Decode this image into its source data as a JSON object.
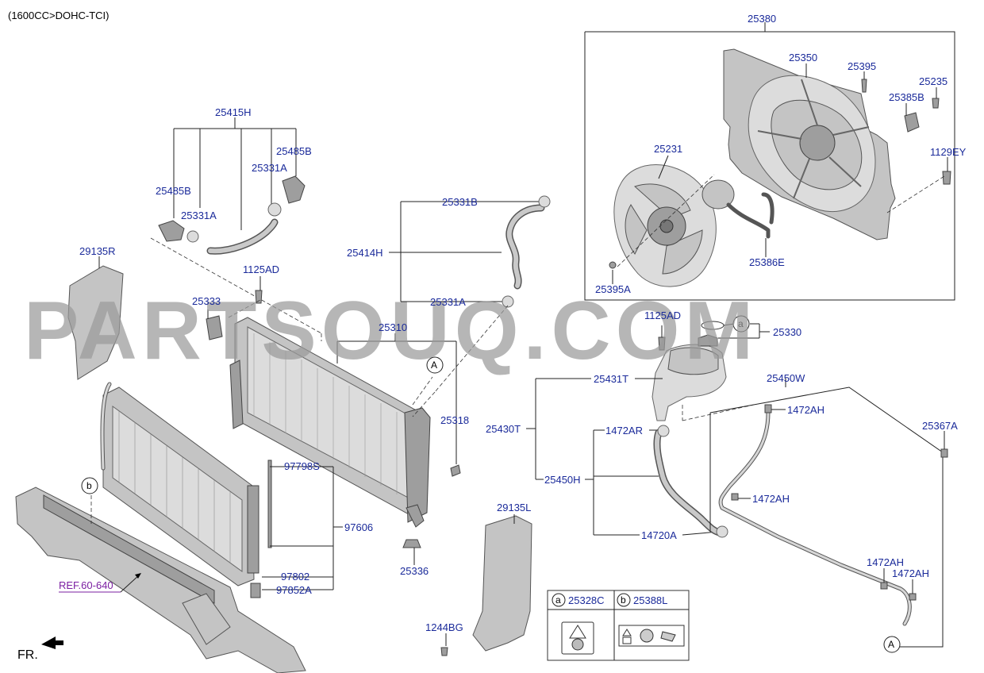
{
  "header": {
    "engine_spec": "(1600CC>DOHC-TCI)"
  },
  "watermark": "PARTSOUQ.COM",
  "parts": {
    "p25380": "25380",
    "p25350": "25350",
    "p25395": "25395",
    "p25235": "25235",
    "p25385B": "25385B",
    "p1129EY": "1129EY",
    "p25231": "25231",
    "p25386E": "25386E",
    "p25395A": "25395A",
    "p25415H": "25415H",
    "p25485B_top": "25485B",
    "p25331A_top": "25331A",
    "p25485B_left": "25485B",
    "p25331A_left": "25331A",
    "p25331B": "25331B",
    "p25414H": "25414H",
    "p25331A_mid": "25331A",
    "p29135R": "29135R",
    "p1125AD_left": "1125AD",
    "p25333": "25333",
    "p25310": "25310",
    "p25318": "25318",
    "p97798S": "97798S",
    "p97606": "97606",
    "p97802": "97802",
    "p97852A": "97852A",
    "p25336": "25336",
    "p29135L": "29135L",
    "p1244BG": "1244BG",
    "p1125AD_right": "1125AD",
    "p25330": "25330",
    "p25431T": "25431T",
    "p25430T": "25430T",
    "p1472AR": "1472AR",
    "p25450H": "25450H",
    "p14720A": "14720A",
    "p25450W": "25450W",
    "p1472AH_1": "1472AH",
    "p1472AH_2": "1472AH",
    "p1472AH_3": "1472AH",
    "p1472AH_4": "1472AH",
    "p25367A": "25367A"
  },
  "callouts": {
    "a": "a",
    "b": "b",
    "A": "A"
  },
  "ref_link": "REF.60-640",
  "direction": "FR.",
  "legend": {
    "a_key": "a",
    "a_part": "25328C",
    "b_key": "b",
    "b_part": "25388L"
  }
}
